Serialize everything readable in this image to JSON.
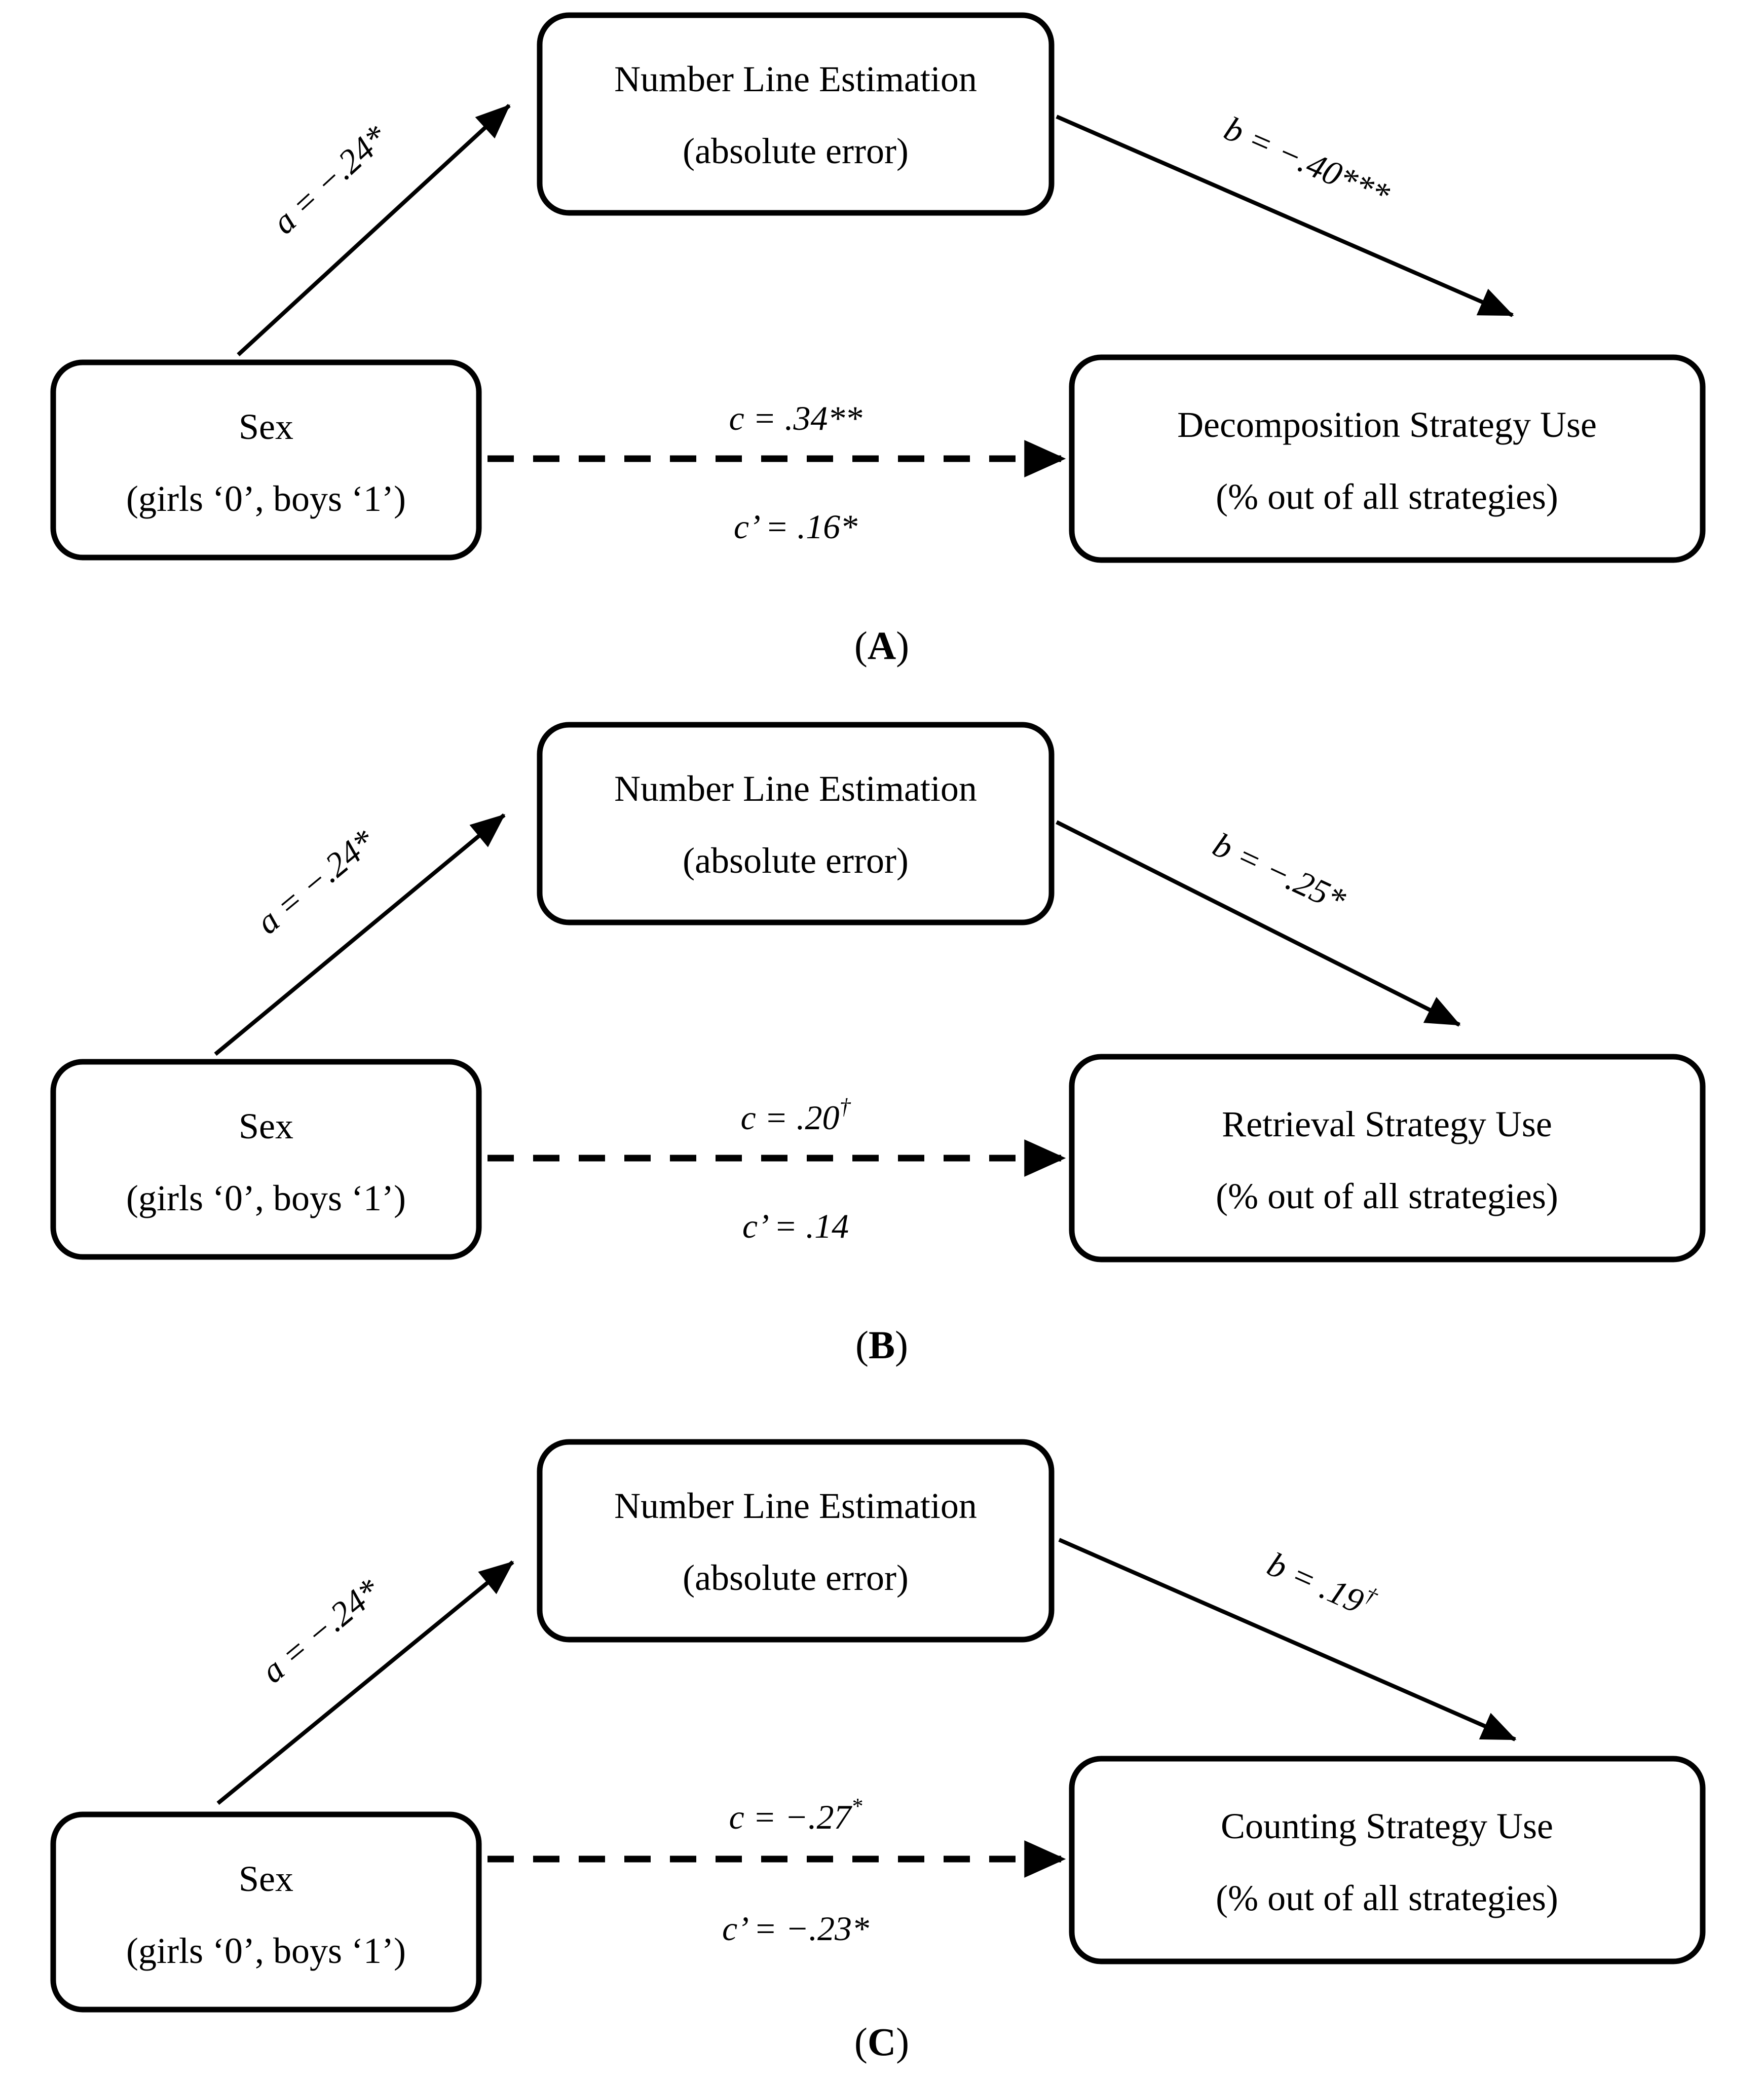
{
  "figure": {
    "background": "#ffffff",
    "ink": "#000000",
    "paren_open": "(",
    "paren_close": ")"
  },
  "panels": [
    {
      "letter": "A",
      "predictor": {
        "line1": "Sex",
        "line2": "(girls ‘0’, boys ‘1’)"
      },
      "mediator": {
        "line1": "Number Line Estimation",
        "line2": "(absolute error)"
      },
      "outcome": {
        "line1": "Decomposition Strategy Use",
        "line2": "(% out of all strategies)"
      },
      "path_a_label": "a = −.24*",
      "path_b_label": "b = −.40***",
      "path_b_sup": "",
      "path_c_label": "c = .34**",
      "path_c_sup": "",
      "path_c_prime_label": "c’ = .16*",
      "path_c_prime_sup": ""
    },
    {
      "letter": "B",
      "predictor": {
        "line1": "Sex",
        "line2": "(girls ‘0’, boys ‘1’)"
      },
      "mediator": {
        "line1": "Number Line Estimation",
        "line2": "(absolute error)"
      },
      "outcome": {
        "line1": "Retrieval Strategy Use",
        "line2": "(% out of all strategies)"
      },
      "path_a_label": "a = −.24*",
      "path_b_label": "b = −.25*",
      "path_b_sup": "",
      "path_c_label": "c = .20",
      "path_c_sup": "†",
      "path_c_prime_label": "c’ = .14",
      "path_c_prime_sup": ""
    },
    {
      "letter": "C",
      "predictor": {
        "line1": "Sex",
        "line2": "(girls ‘0’, boys ‘1’)"
      },
      "mediator": {
        "line1": "Number Line Estimation",
        "line2": "(absolute error)"
      },
      "outcome": {
        "line1": "Counting Strategy Use",
        "line2": "(% out of all strategies)"
      },
      "path_a_label": "a = −.24*",
      "path_b_label": "b = .19",
      "path_b_sup": "†",
      "path_c_label": "c = −.27",
      "path_c_sup": "*",
      "path_c_prime_label": "c’ = −.23*",
      "path_c_prime_sup": ""
    }
  ]
}
